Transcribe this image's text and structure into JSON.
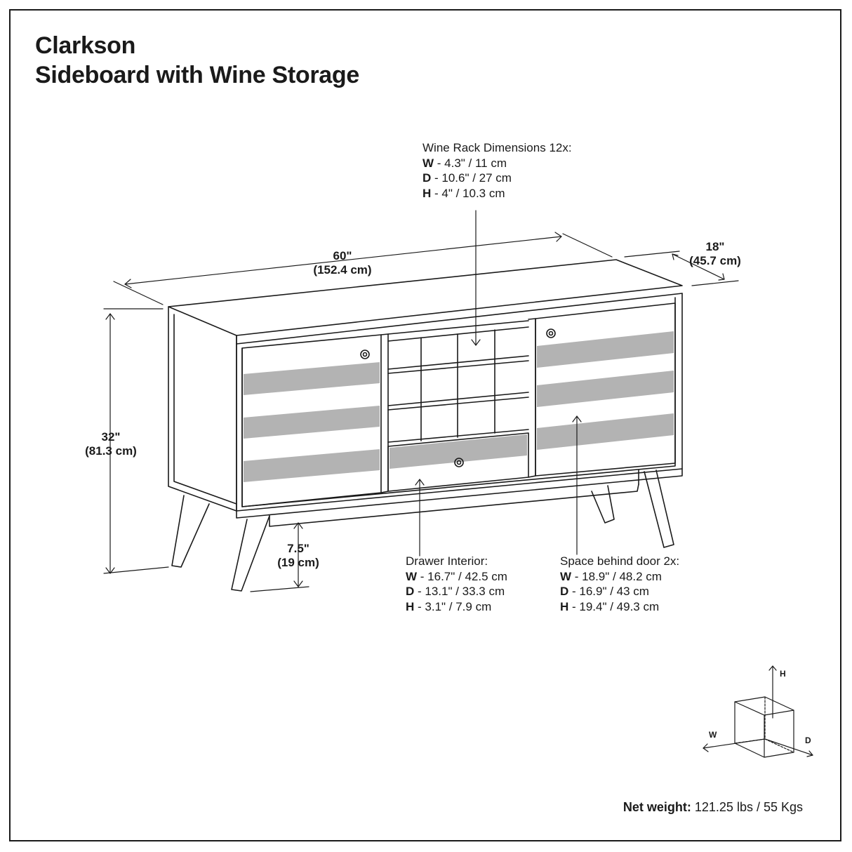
{
  "title": {
    "line1": "Clarkson",
    "line2": "Sideboard with Wine Storage"
  },
  "dimensions": {
    "width": {
      "imperial": "60\"",
      "metric": "(152.4 cm)"
    },
    "depth": {
      "imperial": "18\"",
      "metric": "(45.7 cm)"
    },
    "height": {
      "imperial": "32\"",
      "metric": "(81.3 cm)"
    },
    "leg_clearance": {
      "imperial": "7.5\"",
      "metric": "(19 cm)"
    }
  },
  "wine_rack": {
    "heading": "Wine Rack Dimensions 12x:",
    "rows": [
      {
        "key": "W",
        "value": " - 4.3\" / 11 cm"
      },
      {
        "key": "D",
        "value": " - 10.6\" / 27 cm"
      },
      {
        "key": "H",
        "value": " - 4\" / 10.3 cm"
      }
    ]
  },
  "drawer_interior": {
    "heading": "Drawer Interior:",
    "rows": [
      {
        "key": "W",
        "value": " - 16.7\" / 42.5 cm"
      },
      {
        "key": "D",
        "value": " - 13.1\" / 33.3 cm"
      },
      {
        "key": "H",
        "value": " - 3.1\" / 7.9 cm"
      }
    ]
  },
  "space_behind_door": {
    "heading": "Space behind door 2x:",
    "rows": [
      {
        "key": "W",
        "value": " - 18.9\" / 48.2 cm"
      },
      {
        "key": "D",
        "value": " - 16.9\" / 43 cm"
      },
      {
        "key": "H",
        "value": " - 19.4\" / 49.3 cm"
      }
    ]
  },
  "axis_legend": {
    "h": "H",
    "w": "W",
    "d": "D"
  },
  "net_weight": {
    "label": "Net weight:",
    "value": " 121.25 lbs / 55 Kgs"
  },
  "colors": {
    "line": "#1a1a1a",
    "slat": "#b3b3b3"
  }
}
